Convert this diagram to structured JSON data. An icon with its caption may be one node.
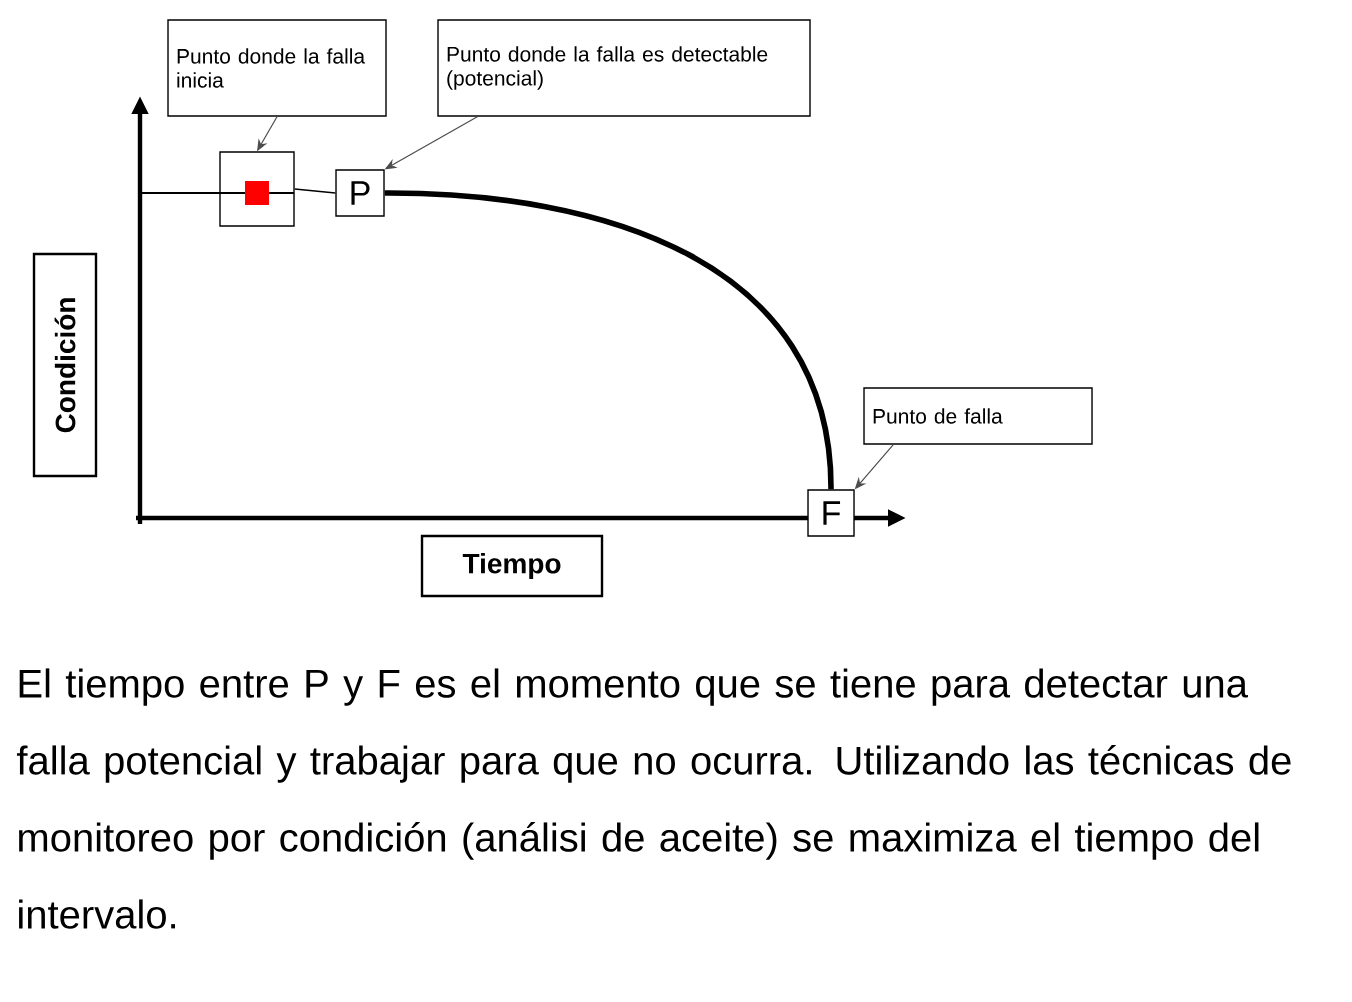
{
  "diagram": {
    "caption": "El tiempo entre P y F es el momento que se tiene para detectar una falla potencial y trabajar para que no ocurra. Utilizando las técnicas de monitoreo por condición (análisi de aceite) se maximiza el tiempo del intervalo.",
    "nodes": [
      {
        "text": [
          "Punto donde la falla inicia"
        ]
      },
      {
        "text": [
          "Punto donde la falla es detectable (potencial)"
        ]
      },
      {
        "text": [
          "Punto de falla"
        ]
      },
      {
        "text": [],
        "shape": "box"
      },
      {
        "text": [
          "P"
        ]
      },
      {
        "text": [
          "F"
        ]
      },
      {
        "text": [
          "Condición"
        ]
      },
      {
        "text": [
          "Tiempo"
        ]
      }
    ],
    "edges": [
      {
        "from": 0,
        "to": 3,
        "arrow": "to"
      },
      {
        "from": 1,
        "to": 4,
        "arrow": "to"
      },
      {
        "from": 2,
        "to": 5,
        "arrow": "to"
      },
      {
        "from": 3,
        "to": 4,
        "arrow": "none"
      },
      {
        "from": 4,
        "to": 5,
        "arrow": "none",
        "style": "thick"
      }
    ]
  }
}
